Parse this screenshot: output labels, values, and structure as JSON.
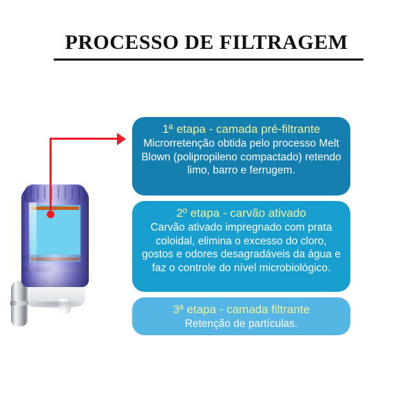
{
  "header": {
    "title": "PROCESSO DE FILTRAGEM"
  },
  "product": {
    "name": "water-filter-cartridge",
    "colors": {
      "housing": "#8b8ad2",
      "carbon": "#14161c",
      "water_channel": "#39bce9",
      "cartridge_band": "#c4611f",
      "chrome": "#c9ced3"
    }
  },
  "pointer": {
    "color": "#ee1c24",
    "targets": "step-box-1"
  },
  "steps": [
    {
      "id": "step-1",
      "heading": "1ª etapa - camada pré-filtrante",
      "body": "Microrretenção obtida pelo processo Melt Blown (polipropileno compactado) retendo limo, barro e ferrugem.",
      "background": "#1580b0",
      "heading_color": "#f0f2a0",
      "body_color": "#ffffff"
    },
    {
      "id": "step-2",
      "heading": "2º etapa - carvão ativado",
      "body": "Carvão ativado impregnado com prata coloidal, elimina o excesso do cloro, gostos e odores desagradáveis da água e faz o controle do nível microbiológico.",
      "background": "#189fd0",
      "heading_color": "#f0f2a0",
      "body_color": "#ffffff"
    },
    {
      "id": "step-3",
      "heading": "3ª etapa  - camada filtrante",
      "body": "Retenção de partículas.",
      "background": "#55b5e3",
      "heading_color": "#f0f2a0",
      "body_color": "#ffffff"
    }
  ]
}
